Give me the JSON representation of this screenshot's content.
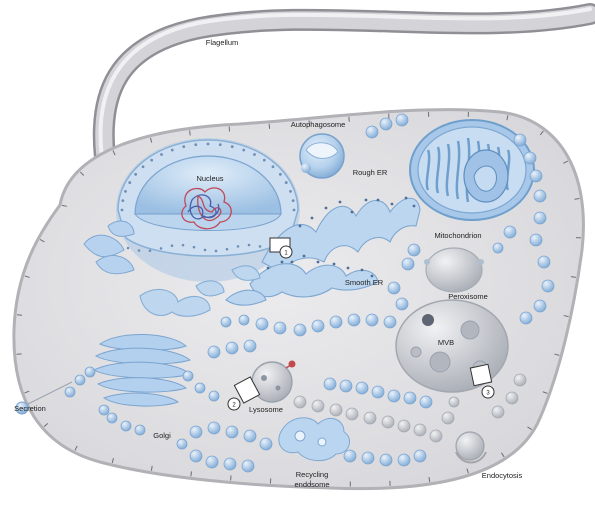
{
  "labels": {
    "flagellum": "Flagellum",
    "autophagosome": "Autophagosome",
    "nucleus": "Nucleus",
    "rough_er": "Rough ER",
    "mitochondrion": "Mitochondrion",
    "smooth_er": "Smooth ER",
    "peroxisome": "Peroxisome",
    "mvb": "MVB",
    "secretion": "Secretion",
    "lysosome": "Lysosome",
    "golgi": "Golgi",
    "recycling_line1": "Recycling",
    "recycling_line2": "endosome",
    "endocytosis": "Endocytosis"
  },
  "markers": {
    "m1": "1",
    "m2": "2",
    "m3": "3"
  },
  "colors": {
    "cell_fill": "#e3e3e5",
    "membrane": "#b4b4b8",
    "organelle": "#bcd6ee",
    "organelle_dark": "#6f9fcc",
    "vesicle": "#a9c8e8",
    "gray_vesicle": "#c9ccd2",
    "chromatin_red": "#c0485a",
    "chromatin_blue": "#4a5fa8"
  }
}
